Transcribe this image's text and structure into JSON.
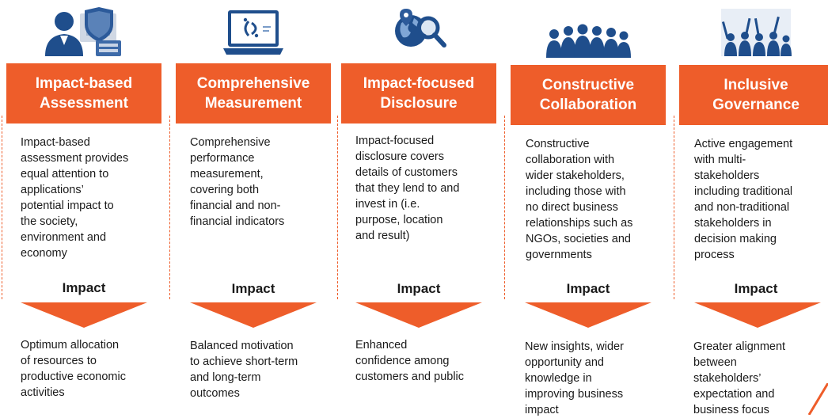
{
  "colors": {
    "accent": "#ee5d2a",
    "icon_blue": "#1f4e8c"
  },
  "columns": [
    {
      "icon": "security-shield-person-icon",
      "title_line1": "Impact-based",
      "title_line2": "Assessment",
      "description": [
        "Impact-based",
        "assessment provides",
        "equal attention to",
        "applications’",
        "potential impact to",
        "the society,",
        "environment and",
        "economy"
      ],
      "impact_label": "Impact",
      "outcome": [
        "Optimum allocation",
        "of resources to",
        "productive economic",
        "activities"
      ]
    },
    {
      "icon": "laptop-analytics-icon",
      "title_line1": "Comprehensive",
      "title_line2": "Measurement",
      "description": [
        "Comprehensive",
        "performance",
        "measurement,",
        "covering both",
        "financial and non-",
        "financial indicators"
      ],
      "impact_label": "Impact",
      "outcome": [
        "Balanced motivation",
        "to achieve short-term",
        "and long-term",
        "outcomes"
      ]
    },
    {
      "icon": "globe-search-icon",
      "title_line1": "Impact-focused",
      "title_line2": "Disclosure",
      "description": [
        "Impact-focused",
        "disclosure covers",
        "details of customers",
        "that they lend to and",
        "invest in (i.e.",
        "purpose, location",
        "and result)"
      ],
      "impact_label": "Impact",
      "outcome": [
        "Enhanced",
        "confidence among",
        "customers and public"
      ]
    },
    {
      "icon": "business-group-icon",
      "title_line1": "Constructive",
      "title_line2": "Collaboration",
      "description": [
        "Constructive",
        "collaboration with",
        "wider stakeholders,",
        "including those with",
        "no direct business",
        "relationships such as",
        "NGOs, societies and",
        "governments"
      ],
      "impact_label": "Impact",
      "outcome": [
        "New insights, wider",
        "opportunity and",
        "knowledge in",
        "improving business",
        "impact"
      ]
    },
    {
      "icon": "cheering-crowd-icon",
      "title_line1": "Inclusive",
      "title_line2": "Governance",
      "description": [
        "Active engagement",
        "with multi-",
        "stakeholders",
        "including traditional",
        "and non-traditional",
        "stakeholders in",
        "decision making",
        "process"
      ],
      "impact_label": "Impact",
      "outcome": [
        "Greater alignment",
        "between",
        "stakeholders’",
        "expectation and",
        "business focus"
      ]
    }
  ]
}
